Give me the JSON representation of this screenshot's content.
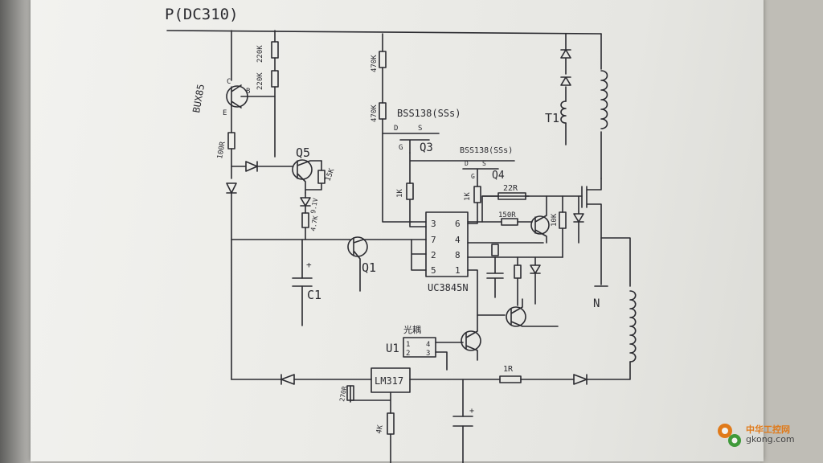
{
  "title": "P(DC310)",
  "components": {
    "bux85": "BUX85",
    "pin_c": "C",
    "pin_b": "B",
    "pin_e": "E",
    "r_220k_1": "220K",
    "r_220k_2": "220K",
    "r_100r": "100R",
    "q5": "Q5",
    "r_15k": "15K",
    "r_4k7": "4.7K",
    "zener_9v1": "9.1V",
    "cap_plus": "+",
    "c1": "C1",
    "q1": "Q1",
    "r_470k_1": "470K",
    "r_470k_2": "470K",
    "q3_part": "BSS138(SSs)",
    "pin_d": "D",
    "pin_s": "S",
    "pin_g": "G",
    "q3": "Q3",
    "q4_part": "BSS138(SSs)",
    "q4": "Q4",
    "r_1k_1": "1K",
    "r_1k_2": "1K",
    "r_22r": "22R",
    "r_150r": "150R",
    "r_10k": "10K",
    "ic": "UC3845N",
    "ic_pins": [
      "3",
      "6",
      "7",
      "4",
      "2",
      "8",
      "5",
      "1"
    ],
    "t1": "T1",
    "n": "N",
    "u1": "U1",
    "u1_name": "光耦",
    "u1_pins": [
      "1",
      "4",
      "2",
      "3"
    ],
    "lm317": "LM317",
    "r_270r": "270R",
    "r_4k": "4K",
    "r_1r": "1R",
    "cap2_plus": "+"
  },
  "watermark": {
    "title": "中华工控网",
    "site": "gkong.com",
    "brand_color": "#e07a1a"
  }
}
